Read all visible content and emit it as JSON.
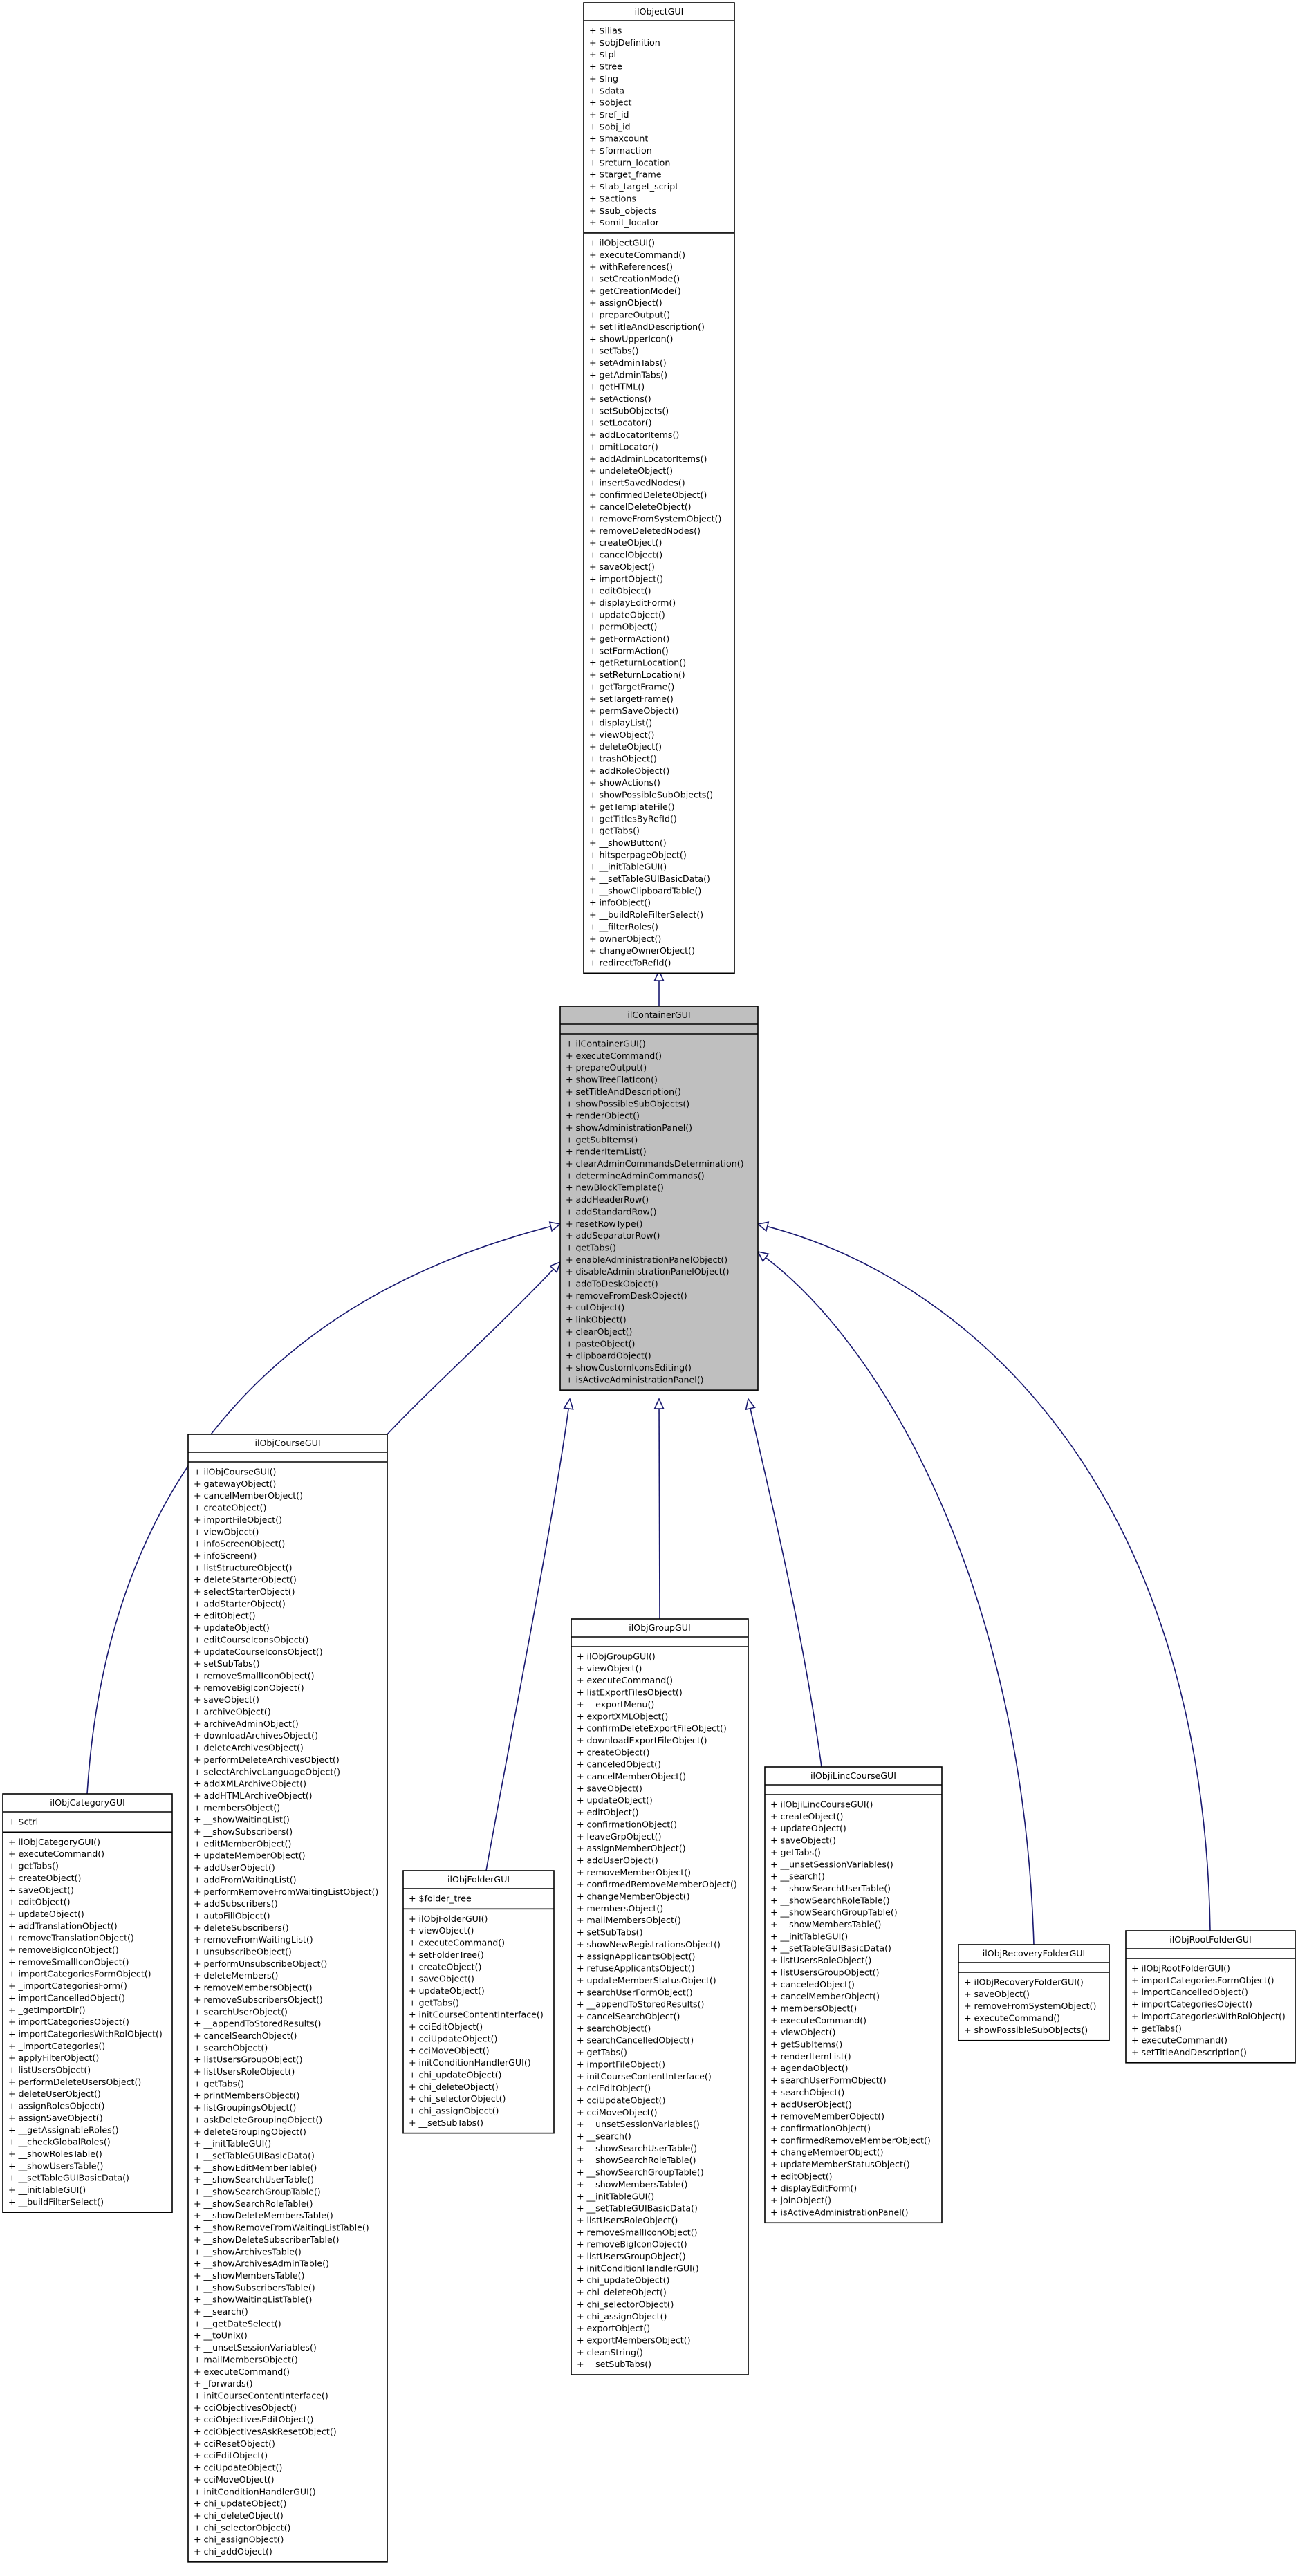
{
  "diagram": {
    "type": "class-inheritance",
    "classes": [
      {
        "id": "ilObjectGUI",
        "name": "ilObjectGUI",
        "highlighted": false,
        "attributes": [
          "+ $ilias",
          "+ $objDefinition",
          "+ $tpl",
          "+ $tree",
          "+ $lng",
          "+ $data",
          "+ $object",
          "+ $ref_id",
          "+ $obj_id",
          "+ $maxcount",
          "+ $formaction",
          "+ $return_location",
          "+ $target_frame",
          "+ $tab_target_script",
          "+ $actions",
          "+ $sub_objects",
          "+ $omit_locator"
        ],
        "methods": [
          "+ ilObjectGUI()",
          "+ executeCommand()",
          "+ withReferences()",
          "+ setCreationMode()",
          "+ getCreationMode()",
          "+ assignObject()",
          "+ prepareOutput()",
          "+ setTitleAndDescription()",
          "+ showUpperIcon()",
          "+ setTabs()",
          "+ setAdminTabs()",
          "+ getAdminTabs()",
          "+ getHTML()",
          "+ setActions()",
          "+ setSubObjects()",
          "+ setLocator()",
          "+ addLocatorItems()",
          "+ omitLocator()",
          "+ addAdminLocatorItems()",
          "+ undeleteObject()",
          "+ insertSavedNodes()",
          "+ confirmedDeleteObject()",
          "+ cancelDeleteObject()",
          "+ removeFromSystemObject()",
          "+ removeDeletedNodes()",
          "+ createObject()",
          "+ cancelObject()",
          "+ saveObject()",
          "+ importObject()",
          "+ editObject()",
          "+ displayEditForm()",
          "+ updateObject()",
          "+ permObject()",
          "+ getFormAction()",
          "+ setFormAction()",
          "+ getReturnLocation()",
          "+ setReturnLocation()",
          "+ getTargetFrame()",
          "+ setTargetFrame()",
          "+ permSaveObject()",
          "+ displayList()",
          "+ viewObject()",
          "+ deleteObject()",
          "+ trashObject()",
          "+ addRoleObject()",
          "+ showActions()",
          "+ showPossibleSubObjects()",
          "+ getTemplateFile()",
          "+ getTitlesByRefId()",
          "+ getTabs()",
          "+ __showButton()",
          "+ hitsperpageObject()",
          "+ __initTableGUI()",
          "+ __setTableGUIBasicData()",
          "+ __showClipboardTable()",
          "+ infoObject()",
          "+ __buildRoleFilterSelect()",
          "+ __filterRoles()",
          "+ ownerObject()",
          "+ changeOwnerObject()",
          "+ redirectToRefId()"
        ]
      },
      {
        "id": "ilContainerGUI",
        "name": "ilContainerGUI",
        "highlighted": true,
        "attributes": [],
        "methods": [
          "+ ilContainerGUI()",
          "+ executeCommand()",
          "+ prepareOutput()",
          "+ showTreeFlatIcon()",
          "+ setTitleAndDescription()",
          "+ showPossibleSubObjects()",
          "+ renderObject()",
          "+ showAdministrationPanel()",
          "+ getSubItems()",
          "+ renderItemList()",
          "+ clearAdminCommandsDetermination()",
          "+ determineAdminCommands()",
          "+ newBlockTemplate()",
          "+ addHeaderRow()",
          "+ addStandardRow()",
          "+ resetRowType()",
          "+ addSeparatorRow()",
          "+ getTabs()",
          "+ enableAdministrationPanelObject()",
          "+ disableAdministrationPanelObject()",
          "+ addToDeskObject()",
          "+ removeFromDeskObject()",
          "+ cutObject()",
          "+ linkObject()",
          "+ clearObject()",
          "+ pasteObject()",
          "+ clipboardObject()",
          "+ showCustomIconsEditing()",
          "+ isActiveAdministrationPanel()"
        ]
      },
      {
        "id": "ilObjCategoryGUI",
        "name": "ilObjCategoryGUI",
        "highlighted": false,
        "attributes": [
          "+ $ctrl"
        ],
        "methods": [
          "+ ilObjCategoryGUI()",
          "+ executeCommand()",
          "+ getTabs()",
          "+ createObject()",
          "+ saveObject()",
          "+ editObject()",
          "+ updateObject()",
          "+ addTranslationObject()",
          "+ removeTranslationObject()",
          "+ removeBigIconObject()",
          "+ removeSmallIconObject()",
          "+ importCategoriesFormObject()",
          "+ _importCategoriesForm()",
          "+ importCancelledObject()",
          "+ _getImportDir()",
          "+ importCategoriesObject()",
          "+ importCategoriesWithRolObject()",
          "+ _importCategories()",
          "+ applyFilterObject()",
          "+ listUsersObject()",
          "+ performDeleteUsersObject()",
          "+ deleteUserObject()",
          "+ assignRolesObject()",
          "+ assignSaveObject()",
          "+ __getAssignableRoles()",
          "+ __checkGlobalRoles()",
          "+ __showRolesTable()",
          "+ __showUsersTable()",
          "+ __setTableGUIBasicData()",
          "+ __initTableGUI()",
          "+ __buildFilterSelect()"
        ]
      },
      {
        "id": "ilObjCourseGUI",
        "name": "ilObjCourseGUI",
        "highlighted": false,
        "attributes": [],
        "methods": [
          "+ ilObjCourseGUI()",
          "+ gatewayObject()",
          "+ cancelMemberObject()",
          "+ createObject()",
          "+ importFileObject()",
          "+ viewObject()",
          "+ infoScreenObject()",
          "+ infoScreen()",
          "+ listStructureObject()",
          "+ deleteStarterObject()",
          "+ selectStarterObject()",
          "+ addStarterObject()",
          "+ editObject()",
          "+ updateObject()",
          "+ editCourseIconsObject()",
          "+ updateCourseIconsObject()",
          "+ setSubTabs()",
          "+ removeSmallIconObject()",
          "+ removeBigIconObject()",
          "+ saveObject()",
          "+ archiveObject()",
          "+ archiveAdminObject()",
          "+ downloadArchivesObject()",
          "+ deleteArchivesObject()",
          "+ performDeleteArchivesObject()",
          "+ selectArchiveLanguageObject()",
          "+ addXMLArchiveObject()",
          "+ addHTMLArchiveObject()",
          "+ membersObject()",
          "+ __showWaitingList()",
          "+ __showSubscribers()",
          "+ editMemberObject()",
          "+ updateMemberObject()",
          "+ addUserObject()",
          "+ addFromWaitingList()",
          "+ performRemoveFromWaitingListObject()",
          "+ addSubscribers()",
          "+ autoFillObject()",
          "+ deleteSubscribers()",
          "+ removeFromWaitingList()",
          "+ unsubscribeObject()",
          "+ performUnsubscribeObject()",
          "+ deleteMembers()",
          "+ removeMembersObject()",
          "+ removeSubscribersObject()",
          "+ searchUserObject()",
          "+ __appendToStoredResults()",
          "+ cancelSearchObject()",
          "+ searchObject()",
          "+ listUsersGroupObject()",
          "+ listUsersRoleObject()",
          "+ getTabs()",
          "+ printMembersObject()",
          "+ listGroupingsObject()",
          "+ askDeleteGroupingObject()",
          "+ deleteGroupingObject()",
          "+ __initTableGUI()",
          "+ __setTableGUIBasicData()",
          "+ __showEditMemberTable()",
          "+ __showSearchUserTable()",
          "+ __showSearchGroupTable()",
          "+ __showSearchRoleTable()",
          "+ __showDeleteMembersTable()",
          "+ __showRemoveFromWaitingListTable()",
          "+ __showDeleteSubscriberTable()",
          "+ __showArchivesTable()",
          "+ __showArchivesAdminTable()",
          "+ __showMembersTable()",
          "+ __showSubscribersTable()",
          "+ __showWaitingListTable()",
          "+ __search()",
          "+ __getDateSelect()",
          "+ __toUnix()",
          "+ __unsetSessionVariables()",
          "+ mailMembersObject()",
          "+ executeCommand()",
          "+ _forwards()",
          "+ initCourseContentInterface()",
          "+ cciObjectivesObject()",
          "+ cciObjectivesEditObject()",
          "+ cciObjectivesAskResetObject()",
          "+ cciResetObject()",
          "+ cciEditObject()",
          "+ cciUpdateObject()",
          "+ cciMoveObject()",
          "+ initConditionHandlerGUI()",
          "+ chi_updateObject()",
          "+ chi_deleteObject()",
          "+ chi_selectorObject()",
          "+ chi_assignObject()",
          "+ chi_addObject()"
        ]
      },
      {
        "id": "ilObjFolderGUI",
        "name": "ilObjFolderGUI",
        "highlighted": false,
        "attributes": [
          "+ $folder_tree"
        ],
        "methods": [
          "+ ilObjFolderGUI()",
          "+ viewObject()",
          "+ executeCommand()",
          "+ setFolderTree()",
          "+ createObject()",
          "+ saveObject()",
          "+ updateObject()",
          "+ getTabs()",
          "+ initCourseContentInterface()",
          "+ cciEditObject()",
          "+ cciUpdateObject()",
          "+ cciMoveObject()",
          "+ initConditionHandlerGUI()",
          "+ chi_updateObject()",
          "+ chi_deleteObject()",
          "+ chi_selectorObject()",
          "+ chi_assignObject()",
          "+ __setSubTabs()"
        ]
      },
      {
        "id": "ilObjGroupGUI",
        "name": "ilObjGroupGUI",
        "highlighted": false,
        "attributes": [],
        "methods": [
          "+ ilObjGroupGUI()",
          "+ viewObject()",
          "+ executeCommand()",
          "+ listExportFilesObject()",
          "+ __exportMenu()",
          "+ exportXMLObject()",
          "+ confirmDeleteExportFileObject()",
          "+ downloadExportFileObject()",
          "+ createObject()",
          "+ canceledObject()",
          "+ cancelMemberObject()",
          "+ saveObject()",
          "+ updateObject()",
          "+ editObject()",
          "+ confirmationObject()",
          "+ leaveGrpObject()",
          "+ assignMemberObject()",
          "+ addUserObject()",
          "+ removeMemberObject()",
          "+ confirmedRemoveMemberObject()",
          "+ changeMemberObject()",
          "+ membersObject()",
          "+ mailMembersObject()",
          "+ setSubTabs()",
          "+ showNewRegistrationsObject()",
          "+ assignApplicantsObject()",
          "+ refuseApplicantsObject()",
          "+ updateMemberStatusObject()",
          "+ searchUserFormObject()",
          "+ __appendToStoredResults()",
          "+ cancelSearchObject()",
          "+ searchObject()",
          "+ searchCancelledObject()",
          "+ getTabs()",
          "+ importFileObject()",
          "+ initCourseContentInterface()",
          "+ cciEditObject()",
          "+ cciUpdateObject()",
          "+ cciMoveObject()",
          "+ __unsetSessionVariables()",
          "+ __search()",
          "+ __showSearchUserTable()",
          "+ __showSearchRoleTable()",
          "+ __showSearchGroupTable()",
          "+ __showMembersTable()",
          "+ __initTableGUI()",
          "+ __setTableGUIBasicData()",
          "+ listUsersRoleObject()",
          "+ removeSmallIconObject()",
          "+ removeBigIconObject()",
          "+ listUsersGroupObject()",
          "+ initConditionHandlerGUI()",
          "+ chi_updateObject()",
          "+ chi_deleteObject()",
          "+ chi_selectorObject()",
          "+ chi_assignObject()",
          "+ exportObject()",
          "+ exportMembersObject()",
          "+ cleanString()",
          "+ __setSubTabs()"
        ]
      },
      {
        "id": "ilObjiLincCourseGUI",
        "name": "ilObjiLincCourseGUI",
        "highlighted": false,
        "attributes": [],
        "methods": [
          "+ ilObjiLincCourseGUI()",
          "+ createObject()",
          "+ updateObject()",
          "+ saveObject()",
          "+ getTabs()",
          "+ __unsetSessionVariables()",
          "+ __search()",
          "+ __showSearchUserTable()",
          "+ __showSearchRoleTable()",
          "+ __showSearchGroupTable()",
          "+ __showMembersTable()",
          "+ __initTableGUI()",
          "+ __setTableGUIBasicData()",
          "+ listUsersRoleObject()",
          "+ listUsersGroupObject()",
          "+ canceledObject()",
          "+ cancelMemberObject()",
          "+ membersObject()",
          "+ executeCommand()",
          "+ viewObject()",
          "+ getSubItems()",
          "+ renderItemList()",
          "+ agendaObject()",
          "+ searchUserFormObject()",
          "+ searchObject()",
          "+ addUserObject()",
          "+ removeMemberObject()",
          "+ confirmationObject()",
          "+ confirmedRemoveMemberObject()",
          "+ changeMemberObject()",
          "+ updateMemberStatusObject()",
          "+ editObject()",
          "+ displayEditForm()",
          "+ joinObject()",
          "+ isActiveAdministrationPanel()"
        ]
      },
      {
        "id": "ilObjRecoveryFolderGUI",
        "name": "ilObjRecoveryFolderGUI",
        "highlighted": false,
        "attributes": [],
        "methods": [
          "+ ilObjRecoveryFolderGUI()",
          "+ saveObject()",
          "+ removeFromSystemObject()",
          "+ executeCommand()",
          "+ showPossibleSubObjects()"
        ]
      },
      {
        "id": "ilObjRootFolderGUI",
        "name": "ilObjRootFolderGUI",
        "highlighted": false,
        "attributes": [],
        "methods": [
          "+ ilObjRootFolderGUI()",
          "+ importCategoriesFormObject()",
          "+ importCancelledObject()",
          "+ importCategoriesObject()",
          "+ importCategoriesWithRolObject()",
          "+ getTabs()",
          "+ executeCommand()",
          "+ setTitleAndDescription()"
        ]
      }
    ],
    "edges": [
      {
        "from": "ilContainerGUI",
        "to": "ilObjectGUI"
      },
      {
        "from": "ilObjCategoryGUI",
        "to": "ilContainerGUI"
      },
      {
        "from": "ilObjCourseGUI",
        "to": "ilContainerGUI"
      },
      {
        "from": "ilObjFolderGUI",
        "to": "ilContainerGUI"
      },
      {
        "from": "ilObjGroupGUI",
        "to": "ilContainerGUI"
      },
      {
        "from": "ilObjiLincCourseGUI",
        "to": "ilContainerGUI"
      },
      {
        "from": "ilObjRecoveryFolderGUI",
        "to": "ilContainerGUI"
      },
      {
        "from": "ilObjRootFolderGUI",
        "to": "ilContainerGUI"
      }
    ],
    "colors": {
      "edge": "#191970",
      "highlighted_fill": "#bfbfbf",
      "box_fill": "#ffffff",
      "border": "#000000"
    }
  }
}
